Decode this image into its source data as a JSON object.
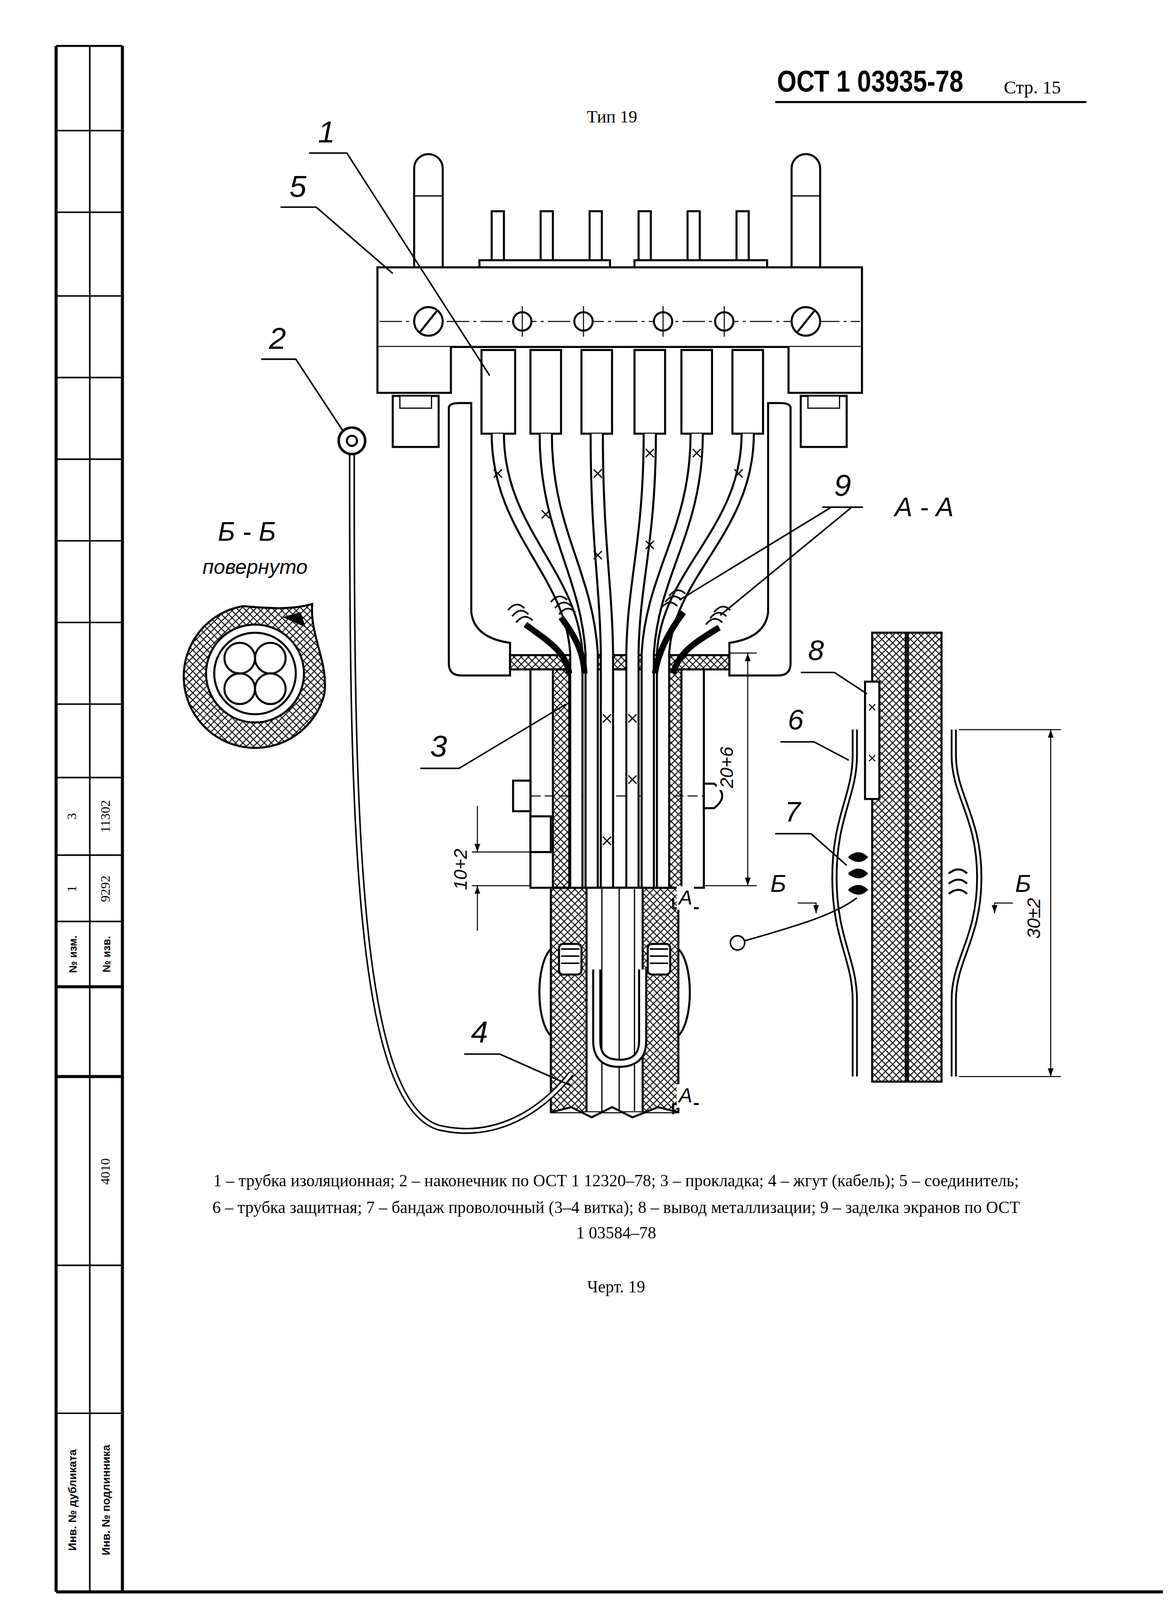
{
  "diagram": {
    "caption": "Черт. 19",
    "labels": [
      "ОСТ 1 03935-78",
      "Стр. 15",
      "Тип 19",
      "1",
      "5",
      "2",
      "9",
      "Б - Б",
      "повернуто",
      "А - А",
      "8",
      "3",
      "20+6",
      "6",
      "7",
      "10+2",
      "Б",
      "Б",
      "30±2",
      "А",
      "4",
      "А",
      "1 – трубка изоляционная; 2 – наконечник по ОСТ 1 12320–78; 3 – прокладка; 4 – жгут (кабель); 5 – соединитель; 6 – трубка защитная; 7 – бандаж проволочный (3–4 витка); 8 – вывод металлизации; 9 – заделка экранов по ОСТ 1 03584–78",
      "3",
      "11302",
      "1",
      "9292",
      "№ изм.",
      "№ изв.",
      "4010",
      "Инв. № дубликата",
      "Инв. № подлинника"
    ]
  }
}
